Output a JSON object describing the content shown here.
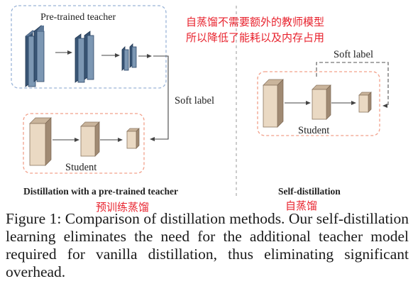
{
  "diagram": {
    "teacher_label": "Pre-trained teacher",
    "student_label_left": "Student",
    "soft_label_left": "Soft label",
    "left_title": "Distillation with a pre-trained teacher",
    "student_label_right": "Student",
    "soft_label_right": "Soft label",
    "right_title": "Self-distillation"
  },
  "annotations": {
    "note_top_line1": "自蒸馏不需要额外的教师模型",
    "note_top_line2": "所以降低了能耗以及内存占用",
    "note_left": "预训练蒸馏",
    "note_right": "自蒸馏"
  },
  "caption": {
    "text": "Figure 1: Comparison of distillation methods. Our self-distillation learning eliminates the need for the additional teacher model required for vanilla distillation, thus eliminating significant overhead."
  },
  "colors": {
    "teacher_front": "#7c97b3",
    "teacher_side": "#3a5675",
    "student_front": "#ead9c3",
    "student_side": "#a08a73",
    "teacher_box_border": "#9ab4d8",
    "student_box_border": "#f2a08a",
    "annotation_red": "#e8232e"
  }
}
